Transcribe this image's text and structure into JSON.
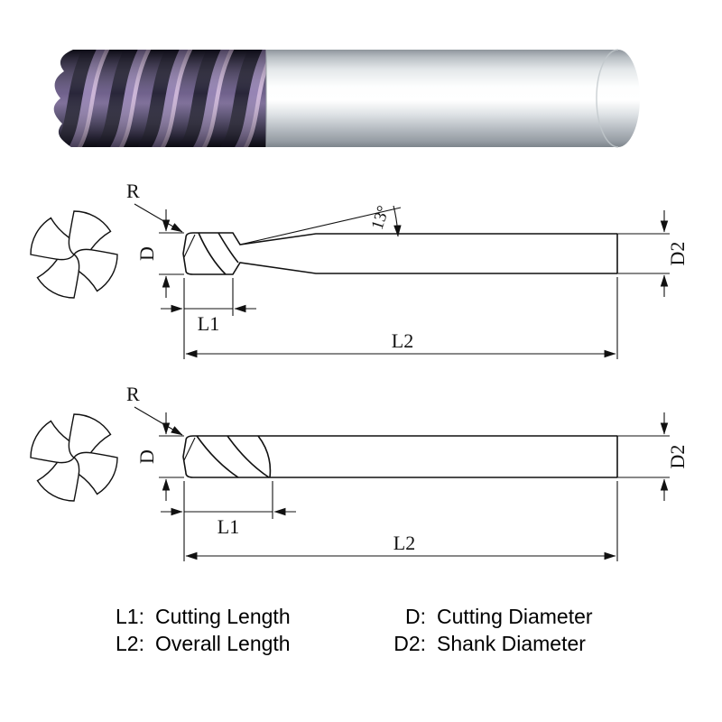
{
  "diagram1": {
    "labels": {
      "radius": "R",
      "cutting_diameter": "D",
      "neck_angle": "13°",
      "shank_diameter": "D2",
      "cutting_length": "L1",
      "overall_length": "L2"
    }
  },
  "diagram2": {
    "labels": {
      "radius": "R",
      "cutting_diameter": "D",
      "shank_diameter": "D2",
      "cutting_length": "L1",
      "overall_length": "L2"
    }
  },
  "legend": {
    "rows": [
      {
        "key1": "L1:",
        "desc1": "Cutting Length",
        "key2": "D:",
        "desc2": "Cutting Diameter"
      },
      {
        "key1": "L2:",
        "desc1": "Overall Length",
        "key2": "D2:",
        "desc2": "Shank Diameter"
      }
    ]
  },
  "colors": {
    "outline": "#111111",
    "flute_dark": "#0e0c1e",
    "flute_purple": "#6e5c8e",
    "flute_highlight": "#c9b0d6",
    "shank_highlight": "#ffffff",
    "shank_mid": "#d9dde0",
    "shank_shadow": "#7d848b"
  }
}
